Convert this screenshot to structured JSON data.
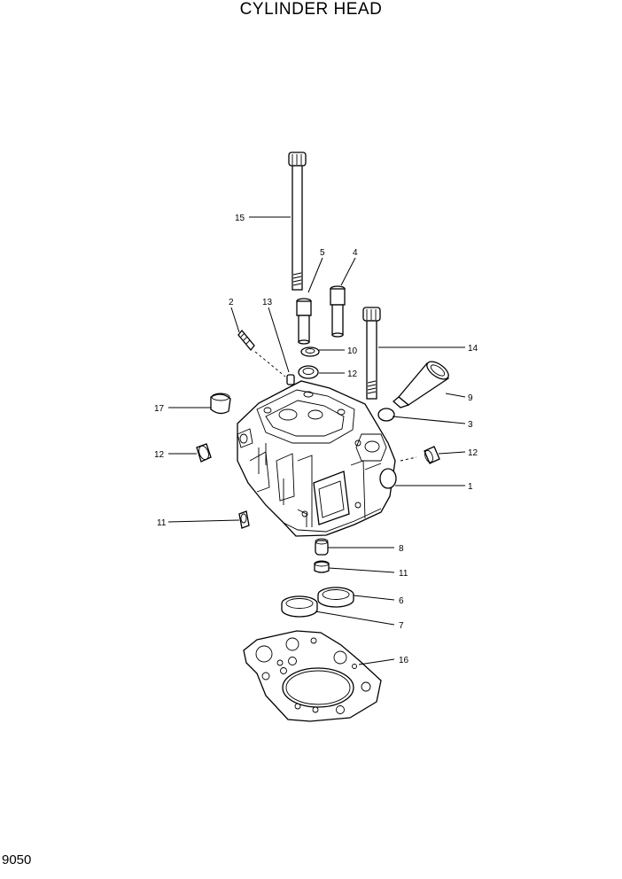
{
  "title": "CYLINDER HEAD",
  "page_code": "9050",
  "callouts": [
    "1",
    "2",
    "3",
    "4",
    "5",
    "6",
    "7",
    "8",
    "9",
    "10",
    "11",
    "12",
    "13",
    "14",
    "15",
    "16",
    "17",
    "11",
    "12",
    "12"
  ],
  "parts": {
    "p1": "1",
    "p2": "2",
    "p3": "3",
    "p4": "4",
    "p5": "5",
    "p6": "6",
    "p7": "7",
    "p8": "8",
    "p9": "9",
    "p10": "10",
    "p11a": "11",
    "p11b": "11",
    "p12a": "12",
    "p12b": "12",
    "p12c": "12",
    "p13": "13",
    "p14": "14",
    "p15": "15",
    "p16": "16",
    "p17": "17"
  }
}
